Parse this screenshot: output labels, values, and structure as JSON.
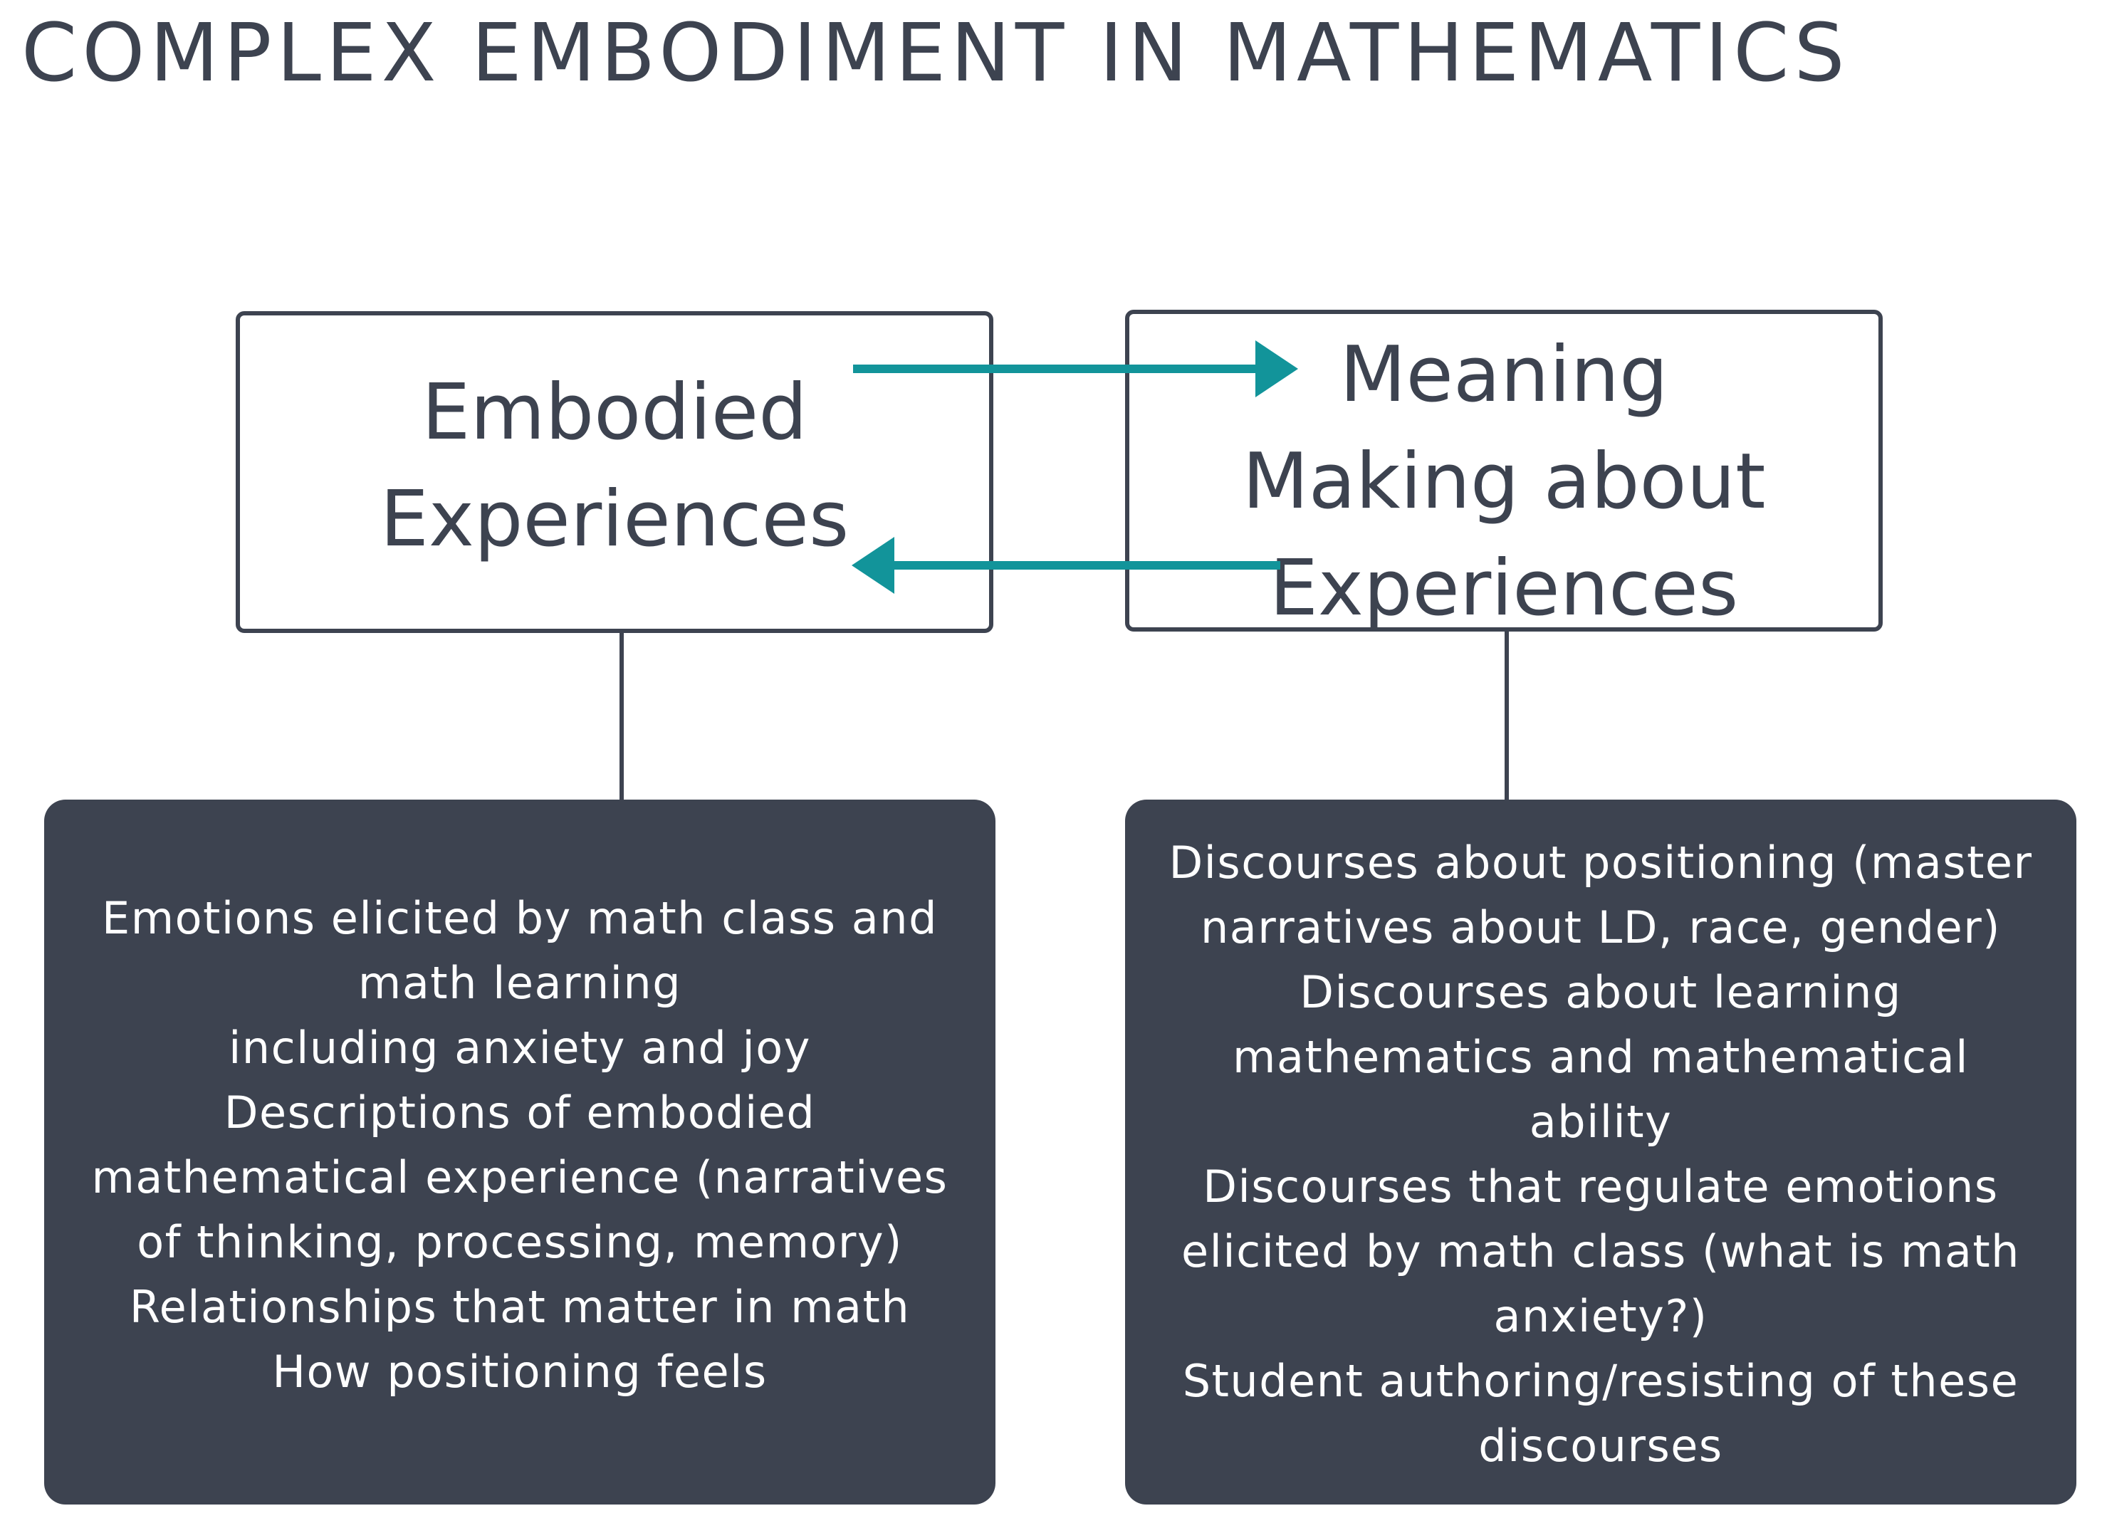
{
  "title": "COMPLEX EMBODIMENT IN MATHEMATICS",
  "colors": {
    "dark": "#3d4350",
    "accent": "#12949a",
    "text_light": "#ffffff"
  },
  "left_box": {
    "lines": [
      "Embodied",
      "Experiences"
    ]
  },
  "right_box": {
    "lines": [
      "Meaning",
      "Making about",
      "Experiences"
    ]
  },
  "left_detail": {
    "lines": [
      "Emotions elicited by math class and",
      "math learning",
      "including anxiety and joy",
      "Descriptions of embodied",
      "mathematical experience (narratives",
      "of thinking, processing, memory)",
      "Relationships that matter in math",
      "How positioning feels"
    ]
  },
  "right_detail": {
    "lines": [
      "Discourses about positioning (master",
      "narratives about LD, race, gender)",
      "Discourses about learning",
      "mathematics and mathematical",
      "ability",
      "Discourses that regulate emotions",
      "elicited by math class (what is math",
      "anxiety?)",
      "Student authoring/resisting of these",
      "discourses"
    ]
  }
}
